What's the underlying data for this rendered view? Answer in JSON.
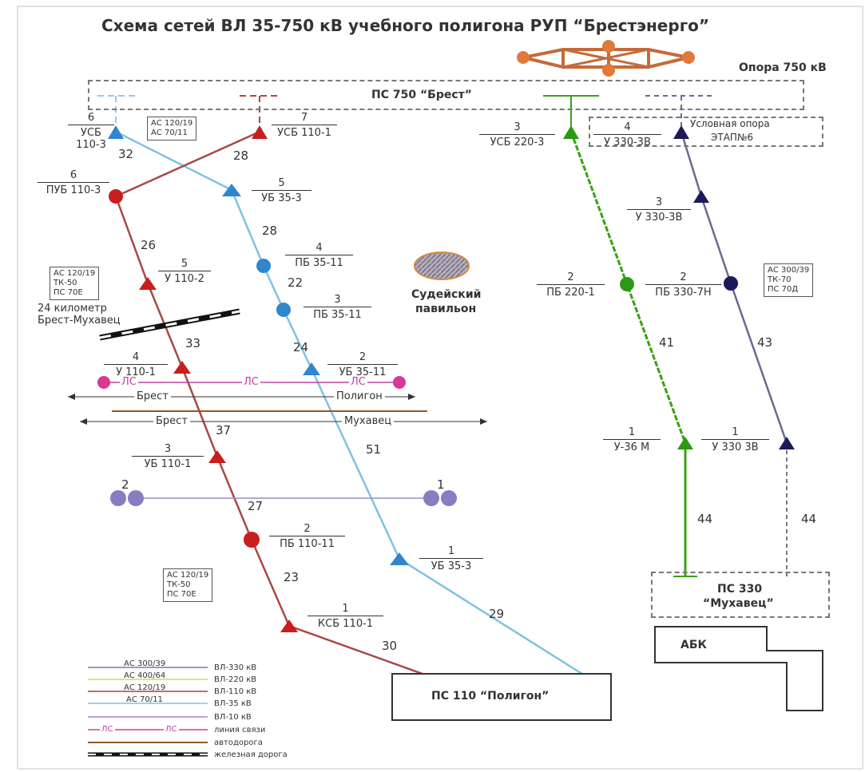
{
  "title": "Схема сетей ВЛ 35-750 кВ учебного полигона РУП “Брестэнерго”",
  "tower750_label": "Опора 750 кВ",
  "ps750_label": "ПС 750 “Брест”",
  "ps110_label": "ПС 110 “Полигон”",
  "ps330": {
    "line1": "ПС 330",
    "line2": "“Мухавец”"
  },
  "abk_label": "АБК",
  "conditional_tower": {
    "line1": "Условная опора",
    "line2": "ЭТАП№6"
  },
  "judge_pavilion": {
    "line1": "Судейский",
    "line2": "павильон"
  },
  "railway_label": {
    "line1": "24 километр",
    "line2": "Брест-Мухавец"
  },
  "road_labels": {
    "brest1": "Брест",
    "poligon": "Полигон",
    "brest2": "Брест",
    "mukhavets": "Мухавец"
  },
  "comm_label": "ЛС",
  "pair_labels": {
    "left": "2",
    "right": "1"
  },
  "towers": [
    {
      "id": "usb110_3_6",
      "num": "6",
      "name": "УСБ 110-3"
    },
    {
      "id": "usb110_1_7",
      "num": "7",
      "name": "УСБ 110-1"
    },
    {
      "id": "usb220_3_3",
      "num": "3",
      "name": "УСБ 220-3"
    },
    {
      "id": "u330_3v_4",
      "num": "4",
      "name": "У 330-3В"
    },
    {
      "id": "pub110_3_6",
      "num": "6",
      "name": "ПУБ 110-3"
    },
    {
      "id": "ub35_3_5",
      "num": "5",
      "name": "УБ 35-3"
    },
    {
      "id": "u330_3v_3",
      "num": "3",
      "name": "У 330-3В"
    },
    {
      "id": "pb35_11_4",
      "num": "4",
      "name": "ПБ 35-11"
    },
    {
      "id": "u110_2_5",
      "num": "5",
      "name": "У 110-2"
    },
    {
      "id": "pb35_11_3",
      "num": "3",
      "name": "ПБ 35-11"
    },
    {
      "id": "pb220_1_2",
      "num": "2",
      "name": "ПБ 220-1"
    },
    {
      "id": "pb330_7n_2",
      "num": "2",
      "name": "ПБ 330-7Н"
    },
    {
      "id": "u110_1_4",
      "num": "4",
      "name": "У 110-1"
    },
    {
      "id": "ub35_11_2",
      "num": "2",
      "name": "УБ 35-11"
    },
    {
      "id": "u36m_1",
      "num": "1",
      "name": "У-36 М"
    },
    {
      "id": "u330_3v_1",
      "num": "1",
      "name": "У 330 3В"
    },
    {
      "id": "ub110_1_3",
      "num": "3",
      "name": "УБ 110-1"
    },
    {
      "id": "pb110_11_2",
      "num": "2",
      "name": "ПБ 110-11"
    },
    {
      "id": "ub35_3_1",
      "num": "1",
      "name": "УБ 35-3"
    },
    {
      "id": "ksb110_1_1",
      "num": "1",
      "name": "КСБ 110-1"
    }
  ],
  "span_lengths": {
    "s32": "32",
    "s28a": "28",
    "s28b": "28",
    "s26": "26",
    "s22": "22",
    "s24": "24",
    "s33": "33",
    "s37": "37",
    "s51": "51",
    "s27": "27",
    "s23": "23",
    "s29": "29",
    "s30": "30",
    "s41": "41",
    "s43": "43",
    "s44a": "44",
    "s44b": "44"
  },
  "wire_boxes": {
    "top": [
      "АС 120/19",
      "АС 70/11"
    ],
    "left": [
      "АС 120/19",
      "ТК-50",
      "ПС 70Е"
    ],
    "right": [
      "АС 300/39",
      "ТК-70",
      "ПС 70Д"
    ],
    "bottom": [
      "АС 120/19",
      "ТК-50",
      "ПС 70Е"
    ]
  },
  "legend": [
    {
      "wire": "АС 300/39",
      "label": "ВЛ-330 кВ",
      "color": "#7a7aa8"
    },
    {
      "wire": "АС 400/64",
      "label": "ВЛ-220 кВ",
      "color": "#d8d84a"
    },
    {
      "wire": "АС 120/19",
      "label": "ВЛ-110 кВ",
      "color": "#a04040"
    },
    {
      "wire": "АС 70/11",
      "label": "ВЛ-35 кВ",
      "color": "#7ec3e0"
    },
    {
      "wire": "",
      "label": "ВЛ-10 кВ",
      "color": "#9a8cc8"
    },
    {
      "wire": "ЛС",
      "label": "линия связи",
      "color": "#c040a0"
    },
    {
      "wire": "",
      "label": "автодорога",
      "color": "#8a5a2a"
    },
    {
      "wire": "",
      "label": "железная дорога",
      "color": "#111111"
    }
  ],
  "colors": {
    "line110": "#a84848",
    "line35": "#7ec3e0",
    "line220": "#3aa016",
    "line330": "#6a6a90",
    "red": "#c81e1e",
    "blue": "#2f86cc",
    "green": "#2a9a12",
    "navy": "#1c1a5a",
    "orange": "#e07a3a"
  }
}
